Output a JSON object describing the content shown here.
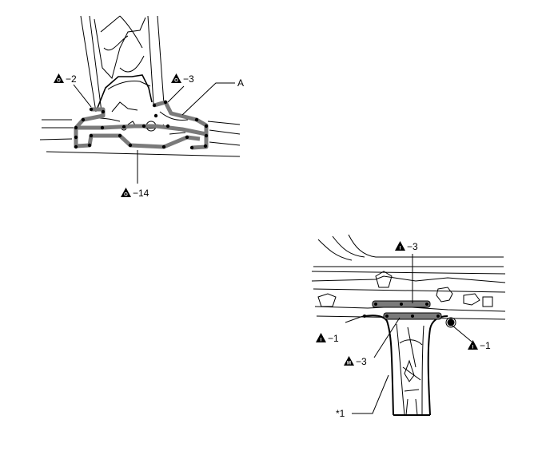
{
  "diagram": {
    "top_figure": {
      "callouts": [
        {
          "symbol": "O",
          "text": "−2"
        },
        {
          "symbol": "O",
          "text": "−3"
        },
        {
          "symbol": "O",
          "text": "−14"
        }
      ],
      "part_label": "A"
    },
    "bottom_figure": {
      "callouts": [
        {
          "symbol": "I",
          "text": "−3"
        },
        {
          "symbol": "I",
          "text": "−1"
        },
        {
          "symbol": "I",
          "text": "−1"
        },
        {
          "symbol": "M",
          "text": "−3"
        }
      ],
      "note_label": "*1"
    },
    "colors": {
      "line": "#000000",
      "weld_band": "#7a7a7a",
      "background": "#ffffff"
    }
  }
}
